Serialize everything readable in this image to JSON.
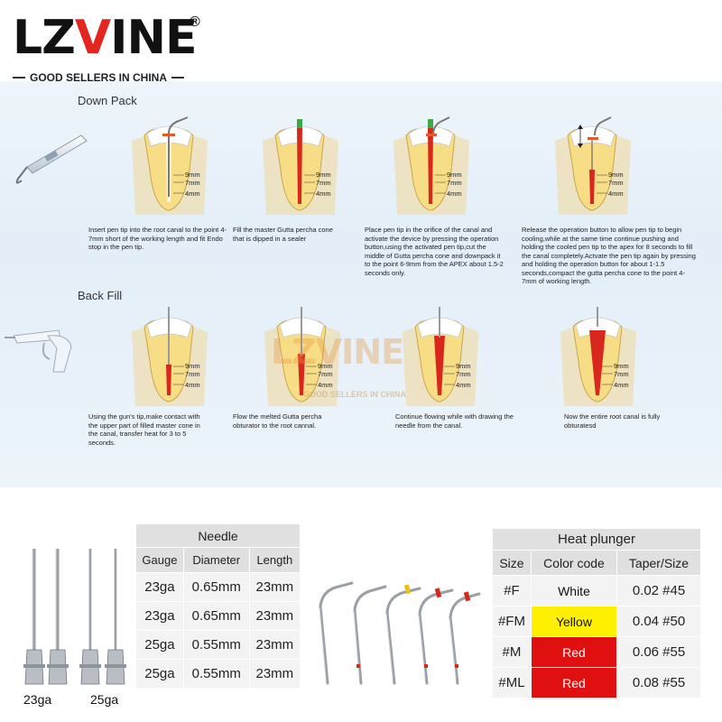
{
  "brand": {
    "logo_prefix": "LZ",
    "logo_v": "V",
    "logo_suffix": "INE",
    "registered": "®",
    "tagline": "GOOD SELLERS IN CHINA"
  },
  "down_pack": {
    "title": "Down Pack",
    "steps": [
      {
        "caption": "Insert pen tip into the root canal to the point 4-7mm short of the working length and fit Endo stop in the pen tip."
      },
      {
        "caption": "Fill the master Gutta percha cone that is dipped in a sealer"
      },
      {
        "caption": "Place pen tip in the orifice of the canal and activate the device by pressing the operation button,using the activated pen tip,cut the middle of Gutta percha cone and downpack it to the point 6-9mm from the APEX about 1.5-2 seconds only."
      },
      {
        "caption": "Release the operation button to allow pen tip to begin cooling,while at the same time continue pushing and holding the cooled pen tip to the apex for 8 seconds to fill the canal completely.Actvate the pen tip again by pressing and holding the operation button for about 1-1.5 seconds,compact the gutta percha cone to the point 4-7mm of working length."
      }
    ]
  },
  "back_fill": {
    "title": "Back Fill",
    "steps": [
      {
        "caption": "Using the gun's tip,make contact with the upper part of filled master cone in the canal, transfer heat for 3 to 5 seconds."
      },
      {
        "caption": "Flow the melted Gutta percha obturator to the root cannal."
      },
      {
        "caption": "Continue flowing while with drawing the needle from the canal."
      },
      {
        "caption": "Now the entire root canal is fully obturatesd"
      }
    ]
  },
  "depth_marks": [
    "9mm",
    "7mm",
    "4mm"
  ],
  "watermark": {
    "text": "LZVINE",
    "sub": "GOOD SELLERS IN CHINA"
  },
  "needle": {
    "title": "Needle",
    "headers": [
      "Gauge",
      "Diameter",
      "Length"
    ],
    "rows": [
      [
        "23ga",
        "0.65mm",
        "23mm"
      ],
      [
        "23ga",
        "0.65mm",
        "23mm"
      ],
      [
        "25ga",
        "0.55mm",
        "23mm"
      ],
      [
        "25ga",
        "0.55mm",
        "23mm"
      ]
    ],
    "labels": [
      "23ga",
      "25ga"
    ]
  },
  "heat_plunger": {
    "title": "Heat plunger",
    "headers": [
      "Size",
      "Color code",
      "Taper/Size"
    ],
    "rows": [
      {
        "size": "#F",
        "color": "White",
        "bg": "#f3f3f3",
        "fg": "#111111",
        "taper": "0.02 #45"
      },
      {
        "size": "#FM",
        "color": "Yellow",
        "bg": "#ffef00",
        "fg": "#111111",
        "taper": "0.04 #50"
      },
      {
        "size": "#M",
        "color": "Red",
        "bg": "#e01010",
        "fg": "#ffffff",
        "taper": "0.06 #55"
      },
      {
        "size": "#ML",
        "color": "Red",
        "bg": "#e01010",
        "fg": "#ffffff",
        "taper": "0.08 #55"
      }
    ]
  },
  "colors": {
    "brand_red": "#e5251f",
    "tooth_yellow": "#f5c75a",
    "gutta_red": "#d8281e"
  }
}
